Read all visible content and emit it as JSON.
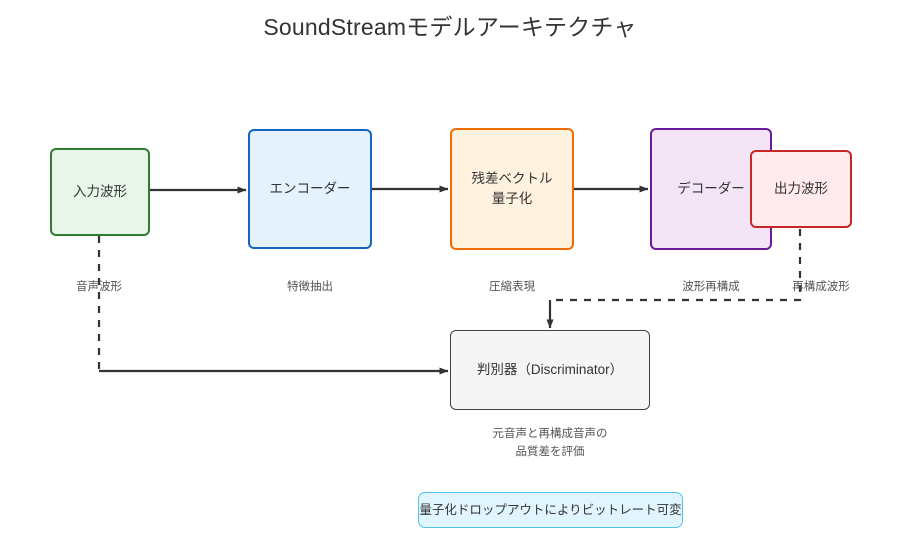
{
  "title": "SoundStreamモデルアーキテクチャ",
  "nodes": {
    "input": {
      "label": "入力波形"
    },
    "encoder": {
      "label": "エンコーダー"
    },
    "rvq": {
      "label": "残差ベクトル\n量子化"
    },
    "rvq_line1": "残差ベクトル",
    "rvq_line2": "量子化",
    "decoder": {
      "label": "デコーダー"
    },
    "output": {
      "label": "出力波形"
    },
    "discriminator": {
      "label": "判別器（Discriminator）"
    },
    "note": {
      "label": "量子化ドロップアウトによりビットレート可変"
    }
  },
  "edge_labels": {
    "input_to_encoder": "音声波形",
    "encoder_to_rvq": "特徴抽出",
    "rvq_to_decoder": "圧縮表現",
    "decoder_to_output": "波形再構成",
    "output_to_disc": "再構成波形"
  },
  "captions": {
    "discriminator_line1": "元音声と再構成音声の",
    "discriminator_line2": "品質差を評価"
  },
  "colors": {
    "input_border": "#2e7d32",
    "input_fill": "#e8f5e9",
    "encoder_border": "#1565c0",
    "encoder_fill": "#e3f2fd",
    "rvq_border": "#ef6c00",
    "rvq_fill": "#fff3e0",
    "decoder_border": "#6a1b9a",
    "decoder_fill": "#f3e5f5",
    "output_border": "#c62828",
    "output_fill": "#ffebee",
    "discriminator_border": "#424242",
    "discriminator_fill": "#f5f5f5",
    "note_border": "#4fc3e8",
    "note_fill": "#e1f5fe",
    "arrow": "#333333",
    "text": "#333333"
  }
}
